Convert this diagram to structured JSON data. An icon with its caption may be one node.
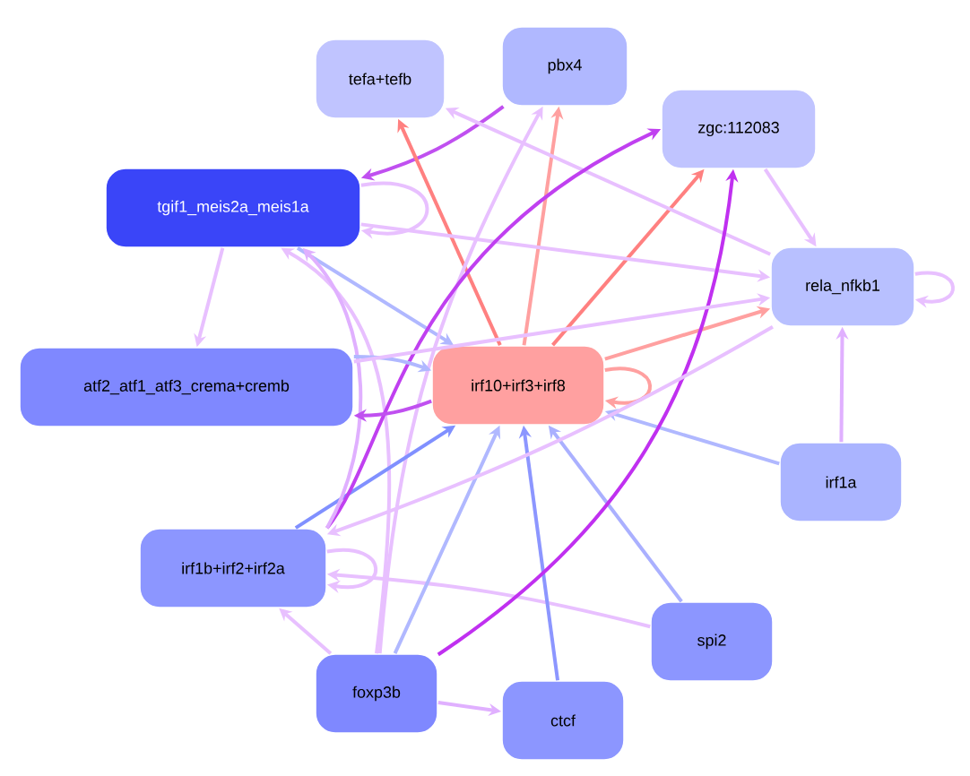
{
  "diagram": {
    "nodes": [
      {
        "text": [
          "tefa+tefb"
        ]
      },
      {
        "text": [
          "pbx4"
        ]
      },
      {
        "text": [
          "zgc:112083"
        ]
      },
      {
        "text": [
          "tgif1_meis2a_meis1a"
        ]
      },
      {
        "text": [
          "rela_nfkb1"
        ]
      },
      {
        "text": [
          "atf2_atf1_atf3_crema+cremb"
        ]
      },
      {
        "text": [
          "irf10+irf3+irf8"
        ]
      },
      {
        "text": [
          "irf1a"
        ]
      },
      {
        "text": [
          "irf1b+irf2+irf2a"
        ]
      },
      {
        "text": [
          "spi2"
        ]
      },
      {
        "text": [
          "foxp3b"
        ]
      },
      {
        "text": [
          "ctcf"
        ]
      }
    ],
    "edges": [
      {
        "from": 1,
        "to": 3,
        "arrow": "to",
        "color": "#c050f0"
      },
      {
        "from": 6,
        "to": 0,
        "arrow": "to",
        "color": "#ff8080"
      },
      {
        "from": 6,
        "to": 1,
        "arrow": "to",
        "color": "#ffa0a0"
      },
      {
        "from": 6,
        "to": 2,
        "arrow": "to",
        "color": "#ff8080"
      },
      {
        "from": 6,
        "to": 4,
        "arrow": "to",
        "color": "#ffa0a0"
      },
      {
        "from": 6,
        "to": 6,
        "arrow": "to",
        "color": "#ffa0a0"
      },
      {
        "from": 3,
        "to": 3,
        "arrow": "to"
      },
      {
        "from": 3,
        "to": 5,
        "arrow": "to"
      },
      {
        "from": 3,
        "to": 6,
        "arrow": "to",
        "color": "#b0b8ff"
      },
      {
        "from": 3,
        "to": 4,
        "arrow": "to"
      },
      {
        "from": 4,
        "to": 0,
        "arrow": "to"
      },
      {
        "from": 2,
        "to": 4,
        "arrow": "to"
      },
      {
        "from": 4,
        "to": 4,
        "arrow": "to"
      },
      {
        "from": 7,
        "to": 4,
        "arrow": "to",
        "color": "#e0b0ff"
      },
      {
        "from": 7,
        "to": 6,
        "arrow": "to",
        "color": "#b0b8ff"
      },
      {
        "from": 9,
        "to": 6,
        "arrow": "to",
        "color": "#aab0ff"
      },
      {
        "from": 9,
        "to": 8,
        "arrow": "to"
      },
      {
        "from": 11,
        "to": 6,
        "arrow": "to",
        "color": "#8c96ff"
      },
      {
        "from": 10,
        "to": 6,
        "arrow": "to",
        "color": "#b0b8ff"
      },
      {
        "from": 10,
        "to": 11,
        "arrow": "to",
        "color": "#e0b0ff"
      },
      {
        "from": 10,
        "to": 8,
        "arrow": "to"
      },
      {
        "from": 10,
        "to": 1,
        "arrow": "to"
      },
      {
        "from": 10,
        "to": 2,
        "arrow": "to",
        "color": "#c030f0"
      },
      {
        "from": 10,
        "to": 3,
        "arrow": "to"
      },
      {
        "from": 8,
        "to": 6,
        "arrow": "to",
        "color": "#8090ff"
      },
      {
        "from": 8,
        "to": 2,
        "arrow": "to",
        "color": "#c040f0"
      },
      {
        "from": 8,
        "to": 3,
        "arrow": "to",
        "color": "#e0b0ff"
      },
      {
        "from": 8,
        "to": 8,
        "arrow": "to"
      },
      {
        "from": 4,
        "to": 8,
        "arrow": "to"
      },
      {
        "from": 5,
        "to": 6,
        "arrow": "to",
        "color": "#b0b8ff"
      },
      {
        "from": 6,
        "to": 5,
        "arrow": "to",
        "color": "#c050f0"
      },
      {
        "from": 5,
        "to": 4,
        "arrow": "to"
      }
    ]
  }
}
